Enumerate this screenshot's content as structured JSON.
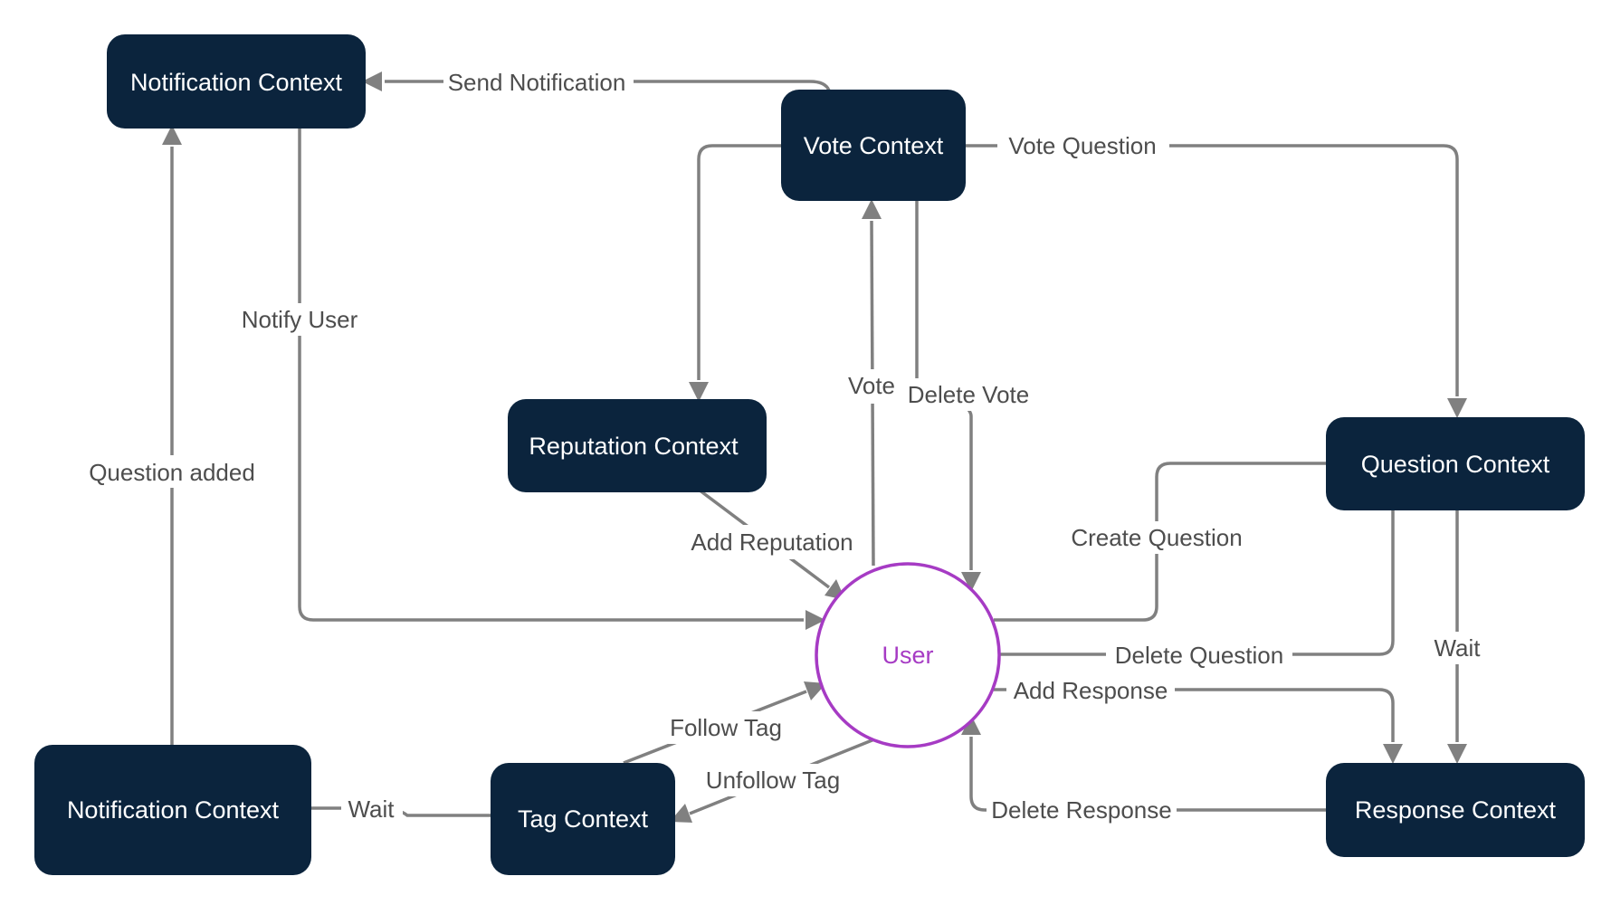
{
  "nodes": {
    "notification_top": "Notification Context",
    "vote": "Vote Context",
    "reputation": "Reputation Context",
    "question": "Question Context",
    "user": "User",
    "notification_bottom": "Notification Context",
    "tag": "Tag Context",
    "response": "Response Context"
  },
  "edges": {
    "send_notification": "Send Notification",
    "vote_question": "Vote Question",
    "notify_user": "Notify User",
    "question_added": "Question added",
    "vote": "Vote",
    "delete_vote": "Delete Vote",
    "add_reputation": "Add Reputation",
    "create_question": "Create Question",
    "delete_question": "Delete Question",
    "wait_question": "Wait",
    "add_response": "Add Response",
    "follow_tag": "Follow Tag",
    "unfollow_tag": "Unfollow Tag",
    "delete_response": "Delete Response",
    "wait_tag": "Wait"
  },
  "colors": {
    "node_fill": "#0b243d",
    "node_text": "#ffffff",
    "user_accent": "#a63bc4",
    "edge": "#808080",
    "label_text": "#4d4d4d"
  }
}
